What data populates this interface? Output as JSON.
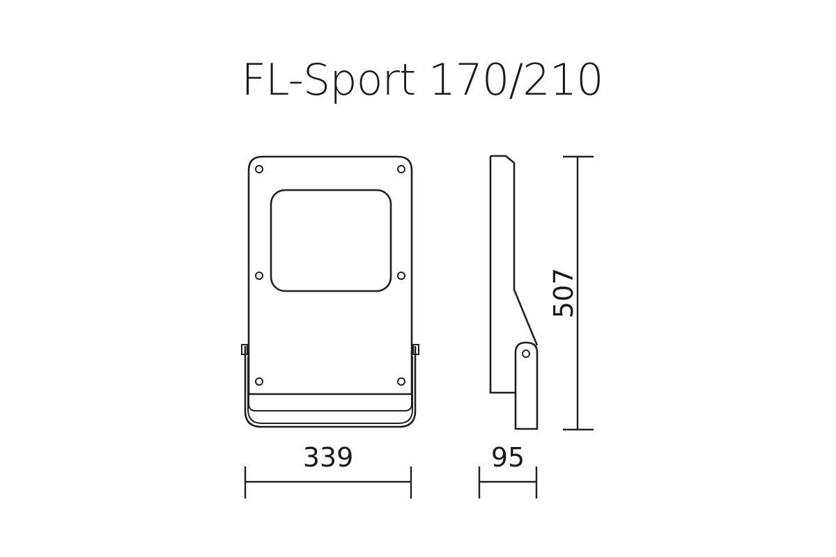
{
  "title": "FL-Sport 170/210",
  "dimensions": {
    "width": "339",
    "depth": "95",
    "height": "507"
  }
}
